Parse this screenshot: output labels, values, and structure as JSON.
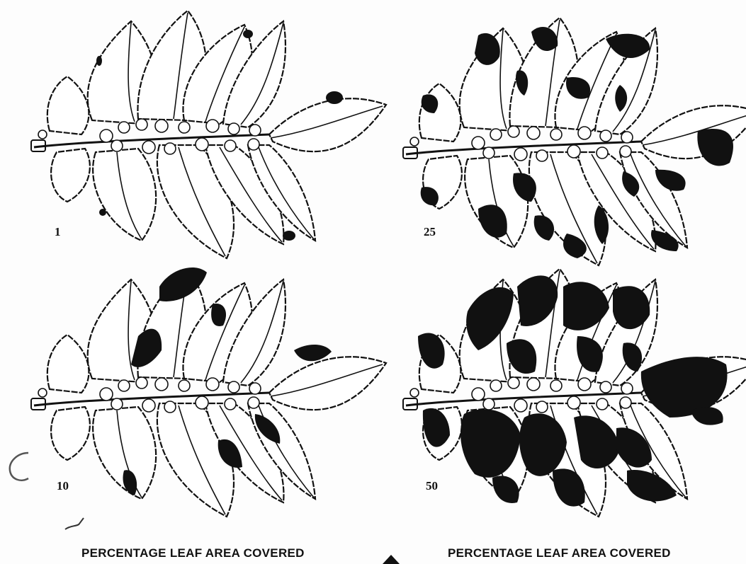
{
  "panels": [
    {
      "label": "1",
      "severity_percent": 1
    },
    {
      "label": "25",
      "severity_percent": 25
    },
    {
      "label": "10",
      "severity_percent": 10
    },
    {
      "label": "50",
      "severity_percent": 50
    }
  ],
  "captions": {
    "left": "PERCENTAGE LEAF AREA COVERED",
    "right": "PERCENTAGE LEAF AREA COVERED"
  },
  "colors": {
    "ink": "#111111",
    "paper": "#fdfdfd"
  }
}
